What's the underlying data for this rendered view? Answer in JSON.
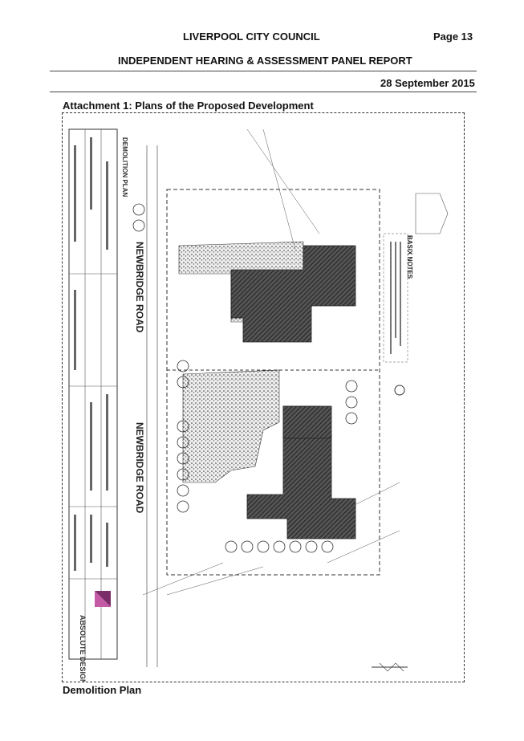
{
  "header": {
    "council": "LIVERPOOL CITY COUNCIL",
    "page": "Page 13",
    "report_title": "INDEPENDENT HEARING & ASSESSMENT PANEL REPORT",
    "date": "28 September 2015"
  },
  "attachment_caption": "Attachment 1: Plans of the Proposed Development",
  "figure_caption": "Demolition Plan",
  "plan": {
    "road_label": "NEWBRIDGE ROAD",
    "notes_title": "BASIX NOTES",
    "logo_text": "ABSOLUTE DESIGN GROUP PTY LTD",
    "sheet_title": "DEMOLITION PLAN"
  }
}
